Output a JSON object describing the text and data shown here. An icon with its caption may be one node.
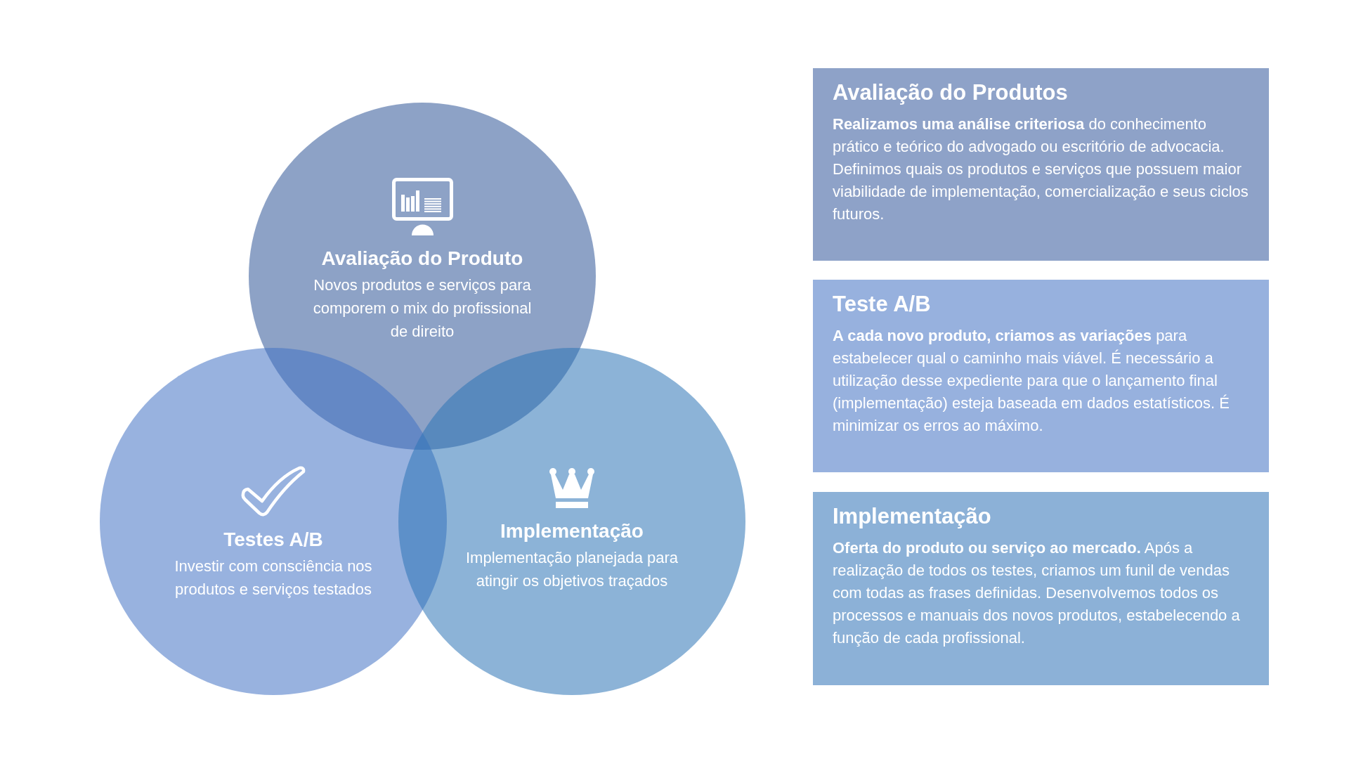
{
  "diagram": {
    "nodes": [
      {
        "text": [
          "Avaliação do Produto",
          "Novos produtos e serviços para comporem o mix do profissional de direito"
        ]
      },
      {
        "text": [
          "Testes A/B",
          "Investir com consciência nos produtos e serviços testados"
        ]
      },
      {
        "text": [
          "Implementação",
          "Implementação planejada para atingir os objetivos traçados"
        ]
      },
      {
        "text": [
          "Avaliação do Produtos",
          "**Realizamos uma análise criteriosa** do conhecimento prático e teórico do advogado ou escritório de advocacia. Definimos quais os produtos e serviços que possuem maior viabilidade de implementação, comercialização e seus ciclos futuros."
        ]
      },
      {
        "text": [
          "Teste A/B",
          "**A cada novo produto, criamos as variações** para estabelecer qual o caminho mais viável. É necessário a utilização desse expediente para que o lançamento final (implementação) esteja baseada em dados estatísticos. É minimizar os erros ao máximo."
        ]
      },
      {
        "text": [
          "Implementação",
          "**Oferta do produto ou serviço ao mercado.** Após a realização de todos os testes, criamos um funil de vendas com todas as frases definidas. Desenvolvemos todos os processos e manuais dos novos produtos, estabelecendo a função de cada profissional."
        ]
      }
    ]
  }
}
